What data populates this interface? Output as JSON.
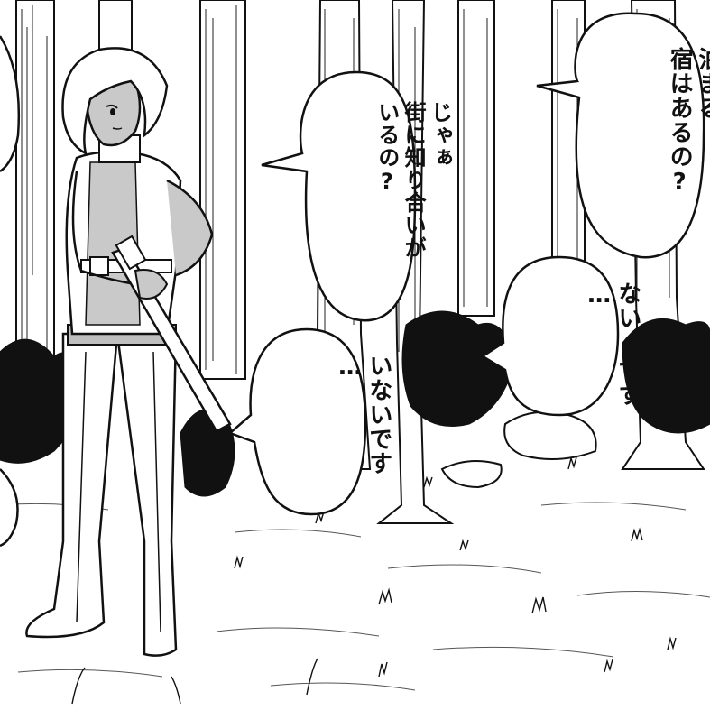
{
  "panel": {
    "ink": "#111111",
    "paper": "#ffffff",
    "skin_tone": "#c9c9c9",
    "bubbles": [
      {
        "id": "bubble-tomaru",
        "lines": [
          "泊まる",
          "宿はあるの?"
        ]
      },
      {
        "id": "bubble-jaa",
        "lines": [
          "じゃぁ",
          "街に知り合いが",
          "いるの?"
        ]
      },
      {
        "id": "bubble-nai-desu",
        "lines": [
          "ない です",
          "…"
        ]
      },
      {
        "id": "bubble-inai-desu",
        "lines": [
          "いないです",
          "…"
        ]
      }
    ]
  }
}
